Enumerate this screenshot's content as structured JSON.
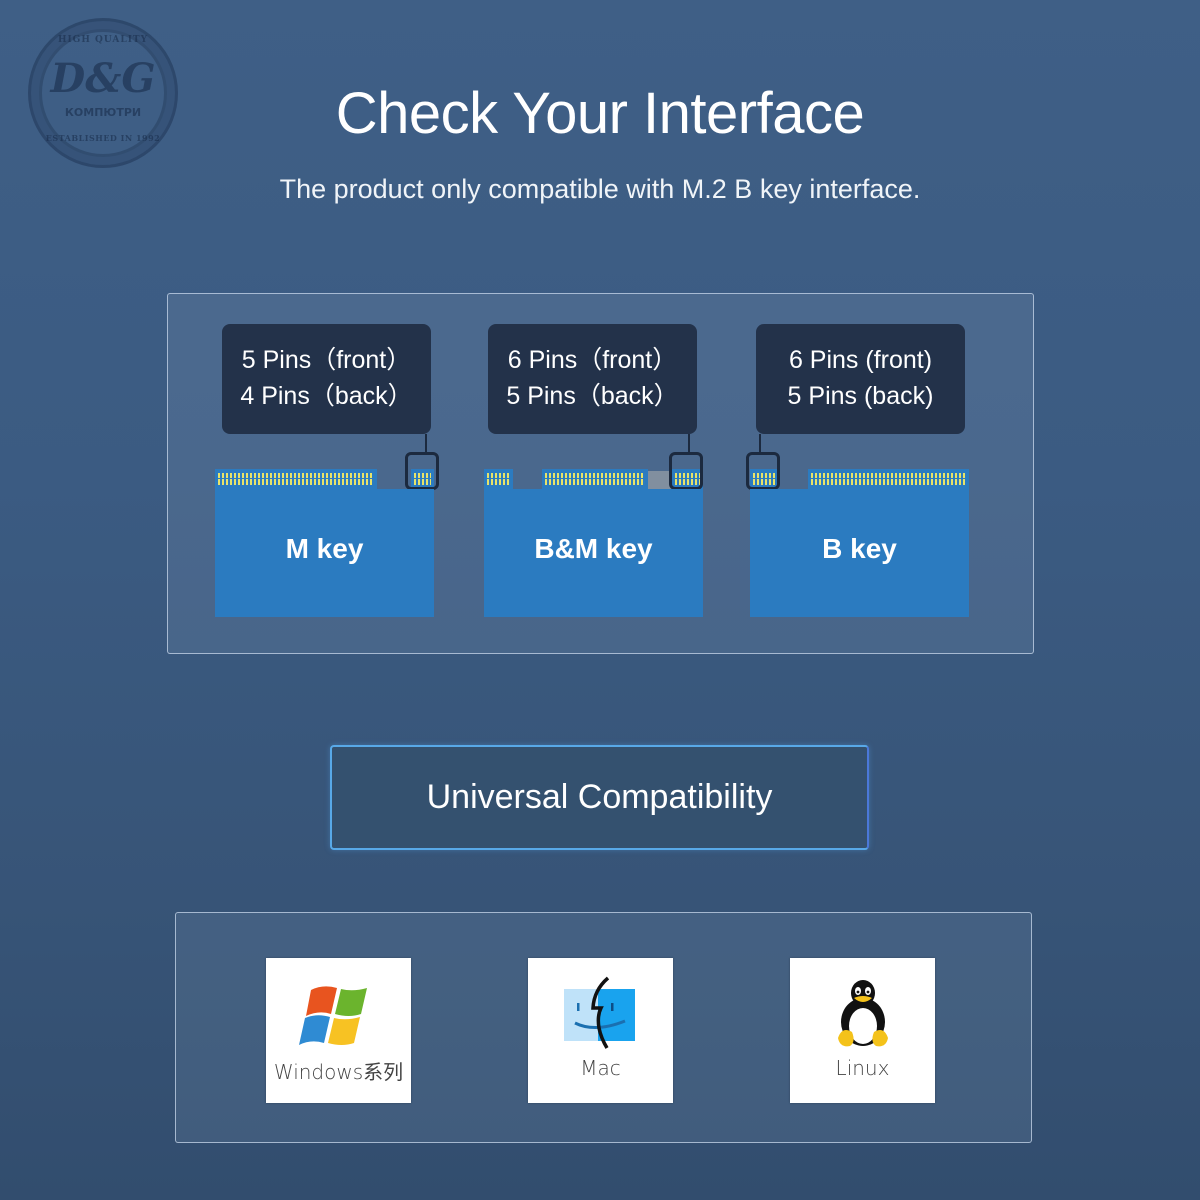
{
  "watermark": {
    "ring_top": "HIGH QUALITY",
    "monogram": "D&G",
    "sub": "КОМПЮТРИ",
    "ring_bottom": "ESTABLISHED IN 1992"
  },
  "header": {
    "title": "Check Your Interface",
    "subtitle": "The product only compatible with M.2 B key interface."
  },
  "keys": [
    {
      "label": "M key",
      "front": "5 Pins（front）",
      "back": "4 Pins（back）"
    },
    {
      "label": "B&M key",
      "front": "6 Pins（front）",
      "back": "5 Pins（back）"
    },
    {
      "label": "B key",
      "front": "6 Pins (front)",
      "back": "5 Pins (back)"
    }
  ],
  "compat": {
    "heading": "Universal Compatibility",
    "os": [
      {
        "name": "Windows系列",
        "icon": "windows-logo-icon"
      },
      {
        "name": "Mac",
        "icon": "mac-finder-icon"
      },
      {
        "name": "Linux",
        "icon": "linux-tux-icon"
      }
    ]
  },
  "colors": {
    "card_blue": "#2b7bc0",
    "tooltip_bg": "#23324a",
    "pin_gold": "#e7e36a",
    "badge_border": "#58a9e8"
  }
}
